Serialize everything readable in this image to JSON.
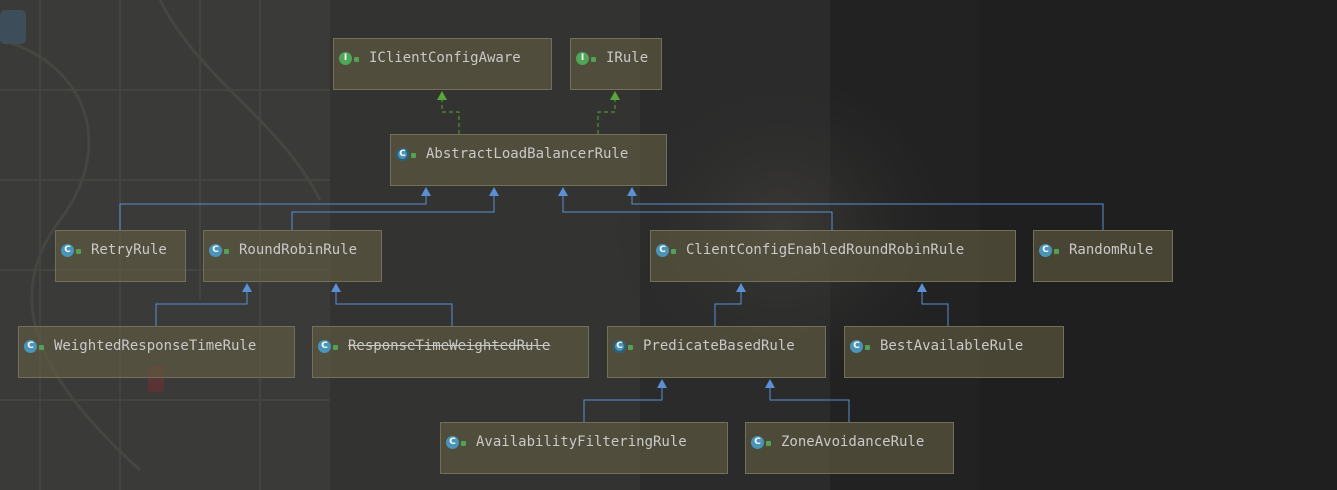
{
  "diagram": {
    "colors": {
      "implements_arrow": "#5aa63a",
      "extends_arrow": "#5b8fd6",
      "node_fill": "rgba(98,94,68,0.62)",
      "node_border": "#73705a"
    },
    "icons": {
      "interface": "interface-icon",
      "class": "class-icon",
      "abstract_class": "abstract-class-icon",
      "visibility": "public-visibility-icon"
    },
    "nodes": [
      {
        "id": "iclientconfigaware",
        "label": "IClientConfigAware",
        "kind": "interface",
        "glyph": "I",
        "deprecated": false
      },
      {
        "id": "irule",
        "label": "IRule",
        "kind": "interface",
        "glyph": "I",
        "deprecated": false
      },
      {
        "id": "abstractloadbalancerrule",
        "label": "AbstractLoadBalancerRule",
        "kind": "abstract",
        "glyph": "C",
        "deprecated": false
      },
      {
        "id": "retryrule",
        "label": "RetryRule",
        "kind": "class",
        "glyph": "C",
        "deprecated": false
      },
      {
        "id": "roundrobinrule",
        "label": "RoundRobinRule",
        "kind": "class",
        "glyph": "C",
        "deprecated": false
      },
      {
        "id": "clientconfigenabledroundrobinrule",
        "label": "ClientConfigEnabledRoundRobinRule",
        "kind": "class",
        "glyph": "C",
        "deprecated": false
      },
      {
        "id": "randomrule",
        "label": "RandomRule",
        "kind": "class",
        "glyph": "C",
        "deprecated": false
      },
      {
        "id": "weightedresponsetimerule",
        "label": "WeightedResponseTimeRule",
        "kind": "class",
        "glyph": "C",
        "deprecated": false
      },
      {
        "id": "responsetimeweightedrule",
        "label": "ResponseTimeWeightedRule",
        "kind": "class",
        "glyph": "C",
        "deprecated": true
      },
      {
        "id": "predicatebasedrule",
        "label": "PredicateBasedRule",
        "kind": "abstract",
        "glyph": "C",
        "deprecated": false
      },
      {
        "id": "bestavailablerule",
        "label": "BestAvailableRule",
        "kind": "class",
        "glyph": "C",
        "deprecated": false
      },
      {
        "id": "availabilityfilteringrule",
        "label": "AvailabilityFilteringRule",
        "kind": "class",
        "glyph": "C",
        "deprecated": false
      },
      {
        "id": "zoneavoidancerule",
        "label": "ZoneAvoidanceRule",
        "kind": "class",
        "glyph": "C",
        "deprecated": false
      }
    ],
    "edges": [
      {
        "from": "abstractloadbalancerrule",
        "to": "iclientconfigaware",
        "type": "implements"
      },
      {
        "from": "abstractloadbalancerrule",
        "to": "irule",
        "type": "implements"
      },
      {
        "from": "retryrule",
        "to": "abstractloadbalancerrule",
        "type": "extends"
      },
      {
        "from": "roundrobinrule",
        "to": "abstractloadbalancerrule",
        "type": "extends"
      },
      {
        "from": "clientconfigenabledroundrobinrule",
        "to": "abstractloadbalancerrule",
        "type": "extends"
      },
      {
        "from": "randomrule",
        "to": "abstractloadbalancerrule",
        "type": "extends"
      },
      {
        "from": "weightedresponsetimerule",
        "to": "roundrobinrule",
        "type": "extends"
      },
      {
        "from": "responsetimeweightedrule",
        "to": "roundrobinrule",
        "type": "extends"
      },
      {
        "from": "predicatebasedrule",
        "to": "clientconfigenabledroundrobinrule",
        "type": "extends"
      },
      {
        "from": "bestavailablerule",
        "to": "clientconfigenabledroundrobinrule",
        "type": "extends"
      },
      {
        "from": "availabilityfilteringrule",
        "to": "predicatebasedrule",
        "type": "extends"
      },
      {
        "from": "zoneavoidancerule",
        "to": "predicatebasedrule",
        "type": "extends"
      }
    ]
  }
}
